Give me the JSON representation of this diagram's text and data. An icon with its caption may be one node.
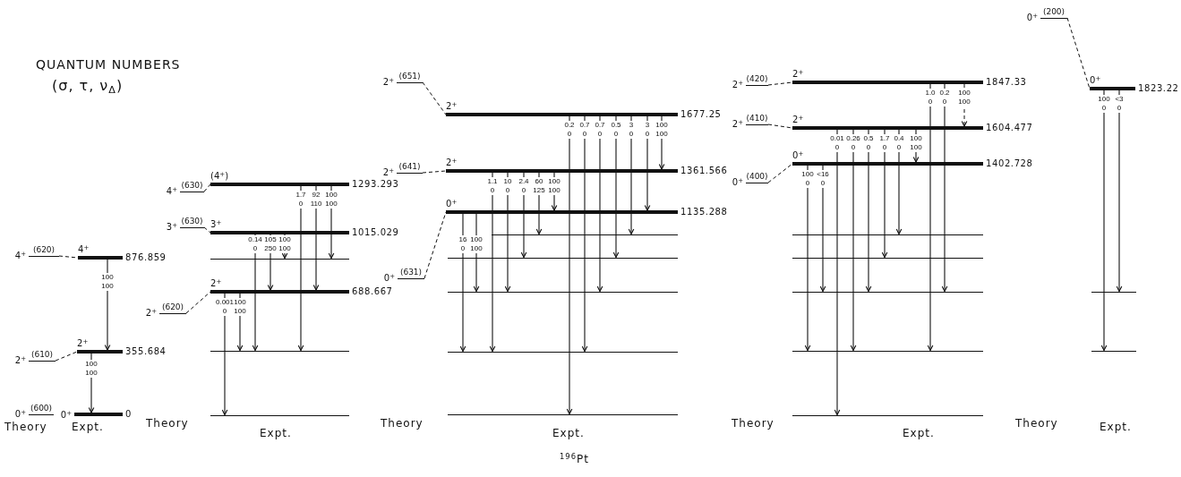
{
  "diagram": {
    "caption": "$^{196}$Pt",
    "nodes": [
      {
        "text": [
          "4$^{+}$",
          "(620)"
        ]
      },
      {
        "text": [
          "2$^{+}$",
          "(610)"
        ]
      },
      {
        "text": [
          "0$^{+}$",
          "(600)"
        ]
      },
      {
        "text": [
          "4$^{+}$"
        ],
        "beside": [
          "876.859"
        ]
      },
      {
        "text": [
          "2$^{+}$"
        ],
        "beside": [
          "355.684"
        ]
      },
      {
        "text": [
          "0$^{+}$"
        ],
        "beside": [
          "0"
        ]
      },
      {
        "text": [
          "4$^{+}$",
          "(630)"
        ]
      },
      {
        "text": [
          "3$^{+}$",
          "(630)"
        ]
      },
      {
        "text": [
          "2$^{+}$",
          "(620)"
        ]
      },
      {
        "text": [
          "(4$^{+}$)"
        ],
        "beside": [
          "1293.293"
        ]
      },
      {
        "text": [
          "3$^{+}$"
        ],
        "beside": [
          "1015.029"
        ]
      },
      {
        "text": [],
        "shape": "bar"
      },
      {
        "text": [
          "2$^{+}$"
        ],
        "beside": [
          "688.667"
        ]
      },
      {
        "text": [],
        "shape": "bar"
      },
      {
        "text": [],
        "shape": "bar"
      },
      {
        "text": [
          "2$^{+}$",
          "(651)"
        ]
      },
      {
        "text": [
          "2$^{+}$",
          "(641)"
        ]
      },
      {
        "text": [
          "0$^{+}$",
          "(631)"
        ]
      },
      {
        "text": [
          "2$^{+}$"
        ],
        "beside": [
          "1677.25"
        ]
      },
      {
        "text": [
          "2$^{+}$"
        ],
        "beside": [
          "1361.566"
        ]
      },
      {
        "text": [
          "0$^{+}$"
        ],
        "beside": [
          "1135.288"
        ]
      },
      {
        "text": [],
        "shape": "bar"
      },
      {
        "text": [],
        "shape": "bar"
      },
      {
        "text": [],
        "shape": "bar"
      },
      {
        "text": [],
        "shape": "bar"
      },
      {
        "text": [],
        "shape": "bar"
      },
      {
        "text": [
          "2$^{+}$",
          "(420)"
        ]
      },
      {
        "text": [
          "2$^{+}$",
          "(410)"
        ]
      },
      {
        "text": [
          "0$^{+}$",
          "(400)"
        ]
      },
      {
        "text": [
          "2$^{+}$"
        ],
        "beside": [
          "1847.33"
        ]
      },
      {
        "text": [
          "2$^{+}$"
        ],
        "beside": [
          "1604.477"
        ]
      },
      {
        "text": [
          "0$^{+}$"
        ],
        "beside": [
          "1402.728"
        ]
      },
      {
        "text": [],
        "shape": "bar"
      },
      {
        "text": [],
        "shape": "bar"
      },
      {
        "text": [],
        "shape": "bar"
      },
      {
        "text": [],
        "shape": "bar"
      },
      {
        "text": [],
        "shape": "bar"
      },
      {
        "text": [
          "0$^{+}$",
          "(200)"
        ]
      },
      {
        "text": [
          "0$^{+}$"
        ],
        "beside": [
          "1823.22"
        ]
      },
      {
        "text": [],
        "shape": "bar"
      },
      {
        "text": [],
        "shape": "bar"
      }
    ],
    "edges": [
      {
        "from": 0,
        "to": 3,
        "arrow": "none",
        "style": "dashed"
      },
      {
        "from": 1,
        "to": 4,
        "arrow": "none",
        "style": "dashed"
      },
      {
        "from": 3,
        "to": 4,
        "arrow": "to",
        "label": "100 100"
      },
      {
        "from": 4,
        "to": 5,
        "arrow": "to",
        "label": "100 100"
      },
      {
        "from": 6,
        "to": 9,
        "arrow": "none",
        "style": "dashed"
      },
      {
        "from": 7,
        "to": 10,
        "arrow": "none",
        "style": "dashed"
      },
      {
        "from": 8,
        "to": 12,
        "arrow": "none",
        "style": "dashed"
      },
      {
        "from": 9,
        "to": 13,
        "arrow": "to",
        "label": "1.7 0"
      },
      {
        "from": 9,
        "to": 12,
        "arrow": "to",
        "label": "92 110"
      },
      {
        "from": 9,
        "to": 11,
        "arrow": "to",
        "label": "100 100"
      },
      {
        "from": 10,
        "to": 13,
        "arrow": "to",
        "label": "0.14 0"
      },
      {
        "from": 10,
        "to": 12,
        "arrow": "to",
        "label": "105 250"
      },
      {
        "from": 10,
        "to": 11,
        "arrow": "to",
        "label": "100 100"
      },
      {
        "from": 12,
        "to": 14,
        "arrow": "to",
        "label": "0.001 0"
      },
      {
        "from": 12,
        "to": 13,
        "arrow": "to",
        "label": "100 100"
      },
      {
        "from": 15,
        "to": 18,
        "arrow": "none",
        "style": "dashed"
      },
      {
        "from": 16,
        "to": 19,
        "arrow": "none",
        "style": "dashed"
      },
      {
        "from": 17,
        "to": 20,
        "arrow": "none",
        "style": "dashed"
      },
      {
        "from": 18,
        "to": 25,
        "arrow": "to",
        "label": "0.2 0"
      },
      {
        "from": 18,
        "to": 24,
        "arrow": "to",
        "label": "0.7 0"
      },
      {
        "from": 18,
        "to": 23,
        "arrow": "to",
        "label": "0.7 0"
      },
      {
        "from": 18,
        "to": 22,
        "arrow": "to",
        "label": "0.5 0"
      },
      {
        "from": 18,
        "to": 21,
        "arrow": "to",
        "label": "3 0"
      },
      {
        "from": 18,
        "to": 20,
        "arrow": "to",
        "label": "3 0"
      },
      {
        "from": 18,
        "to": 19,
        "arrow": "to",
        "label": "100 100"
      },
      {
        "from": 19,
        "to": 24,
        "arrow": "to",
        "label": "1.1 0"
      },
      {
        "from": 19,
        "to": 23,
        "arrow": "to",
        "label": "10 0"
      },
      {
        "from": 19,
        "to": 22,
        "arrow": "to",
        "label": "2.4 0"
      },
      {
        "from": 19,
        "to": 21,
        "arrow": "to",
        "label": "60 125"
      },
      {
        "from": 19,
        "to": 20,
        "arrow": "to",
        "label": "100 100"
      },
      {
        "from": 20,
        "to": 24,
        "arrow": "to",
        "label": "16 0"
      },
      {
        "from": 20,
        "to": 23,
        "arrow": "to",
        "label": "100 100"
      },
      {
        "from": 26,
        "to": 29,
        "arrow": "none",
        "style": "dashed"
      },
      {
        "from": 27,
        "to": 30,
        "arrow": "none",
        "style": "dashed"
      },
      {
        "from": 28,
        "to": 31,
        "arrow": "none",
        "style": "dashed"
      },
      {
        "from": 29,
        "to": 35,
        "arrow": "to",
        "label": "1.0 0"
      },
      {
        "from": 29,
        "to": 34,
        "arrow": "to",
        "label": "0.2 0"
      },
      {
        "from": 29,
        "to": 30,
        "arrow": "to",
        "label": "100 100",
        "style": "dashed"
      },
      {
        "from": 30,
        "to": 36,
        "arrow": "to",
        "label": "0.01 0"
      },
      {
        "from": 30,
        "to": 35,
        "arrow": "to",
        "label": "0.26 0"
      },
      {
        "from": 30,
        "to": 34,
        "arrow": "to",
        "label": "0.5 0"
      },
      {
        "from": 30,
        "to": 33,
        "arrow": "to",
        "label": "1.7 0"
      },
      {
        "from": 30,
        "to": 32,
        "arrow": "to",
        "label": "0.4 0"
      },
      {
        "from": 30,
        "to": 31,
        "arrow": "to",
        "label": "100 100"
      },
      {
        "from": 31,
        "to": 35,
        "arrow": "to",
        "label": "100 0"
      },
      {
        "from": 31,
        "to": 34,
        "arrow": "to",
        "label": "<16 0"
      },
      {
        "from": 37,
        "to": 38,
        "arrow": "none",
        "style": "dashed"
      },
      {
        "from": 38,
        "to": 40,
        "arrow": "to",
        "label": "100 0"
      },
      {
        "from": 38,
        "to": 39,
        "arrow": "to",
        "label": "<3 0"
      }
    ],
    "labels": [
      "QUANTUM NUMBERS",
      "(σ, τ, ν$_{Δ}$)",
      "Theory",
      "Expt.",
      "Theory",
      "Expt.",
      "Theory",
      "Expt.",
      "Theory",
      "Expt.",
      "Theory",
      "Expt."
    ]
  }
}
